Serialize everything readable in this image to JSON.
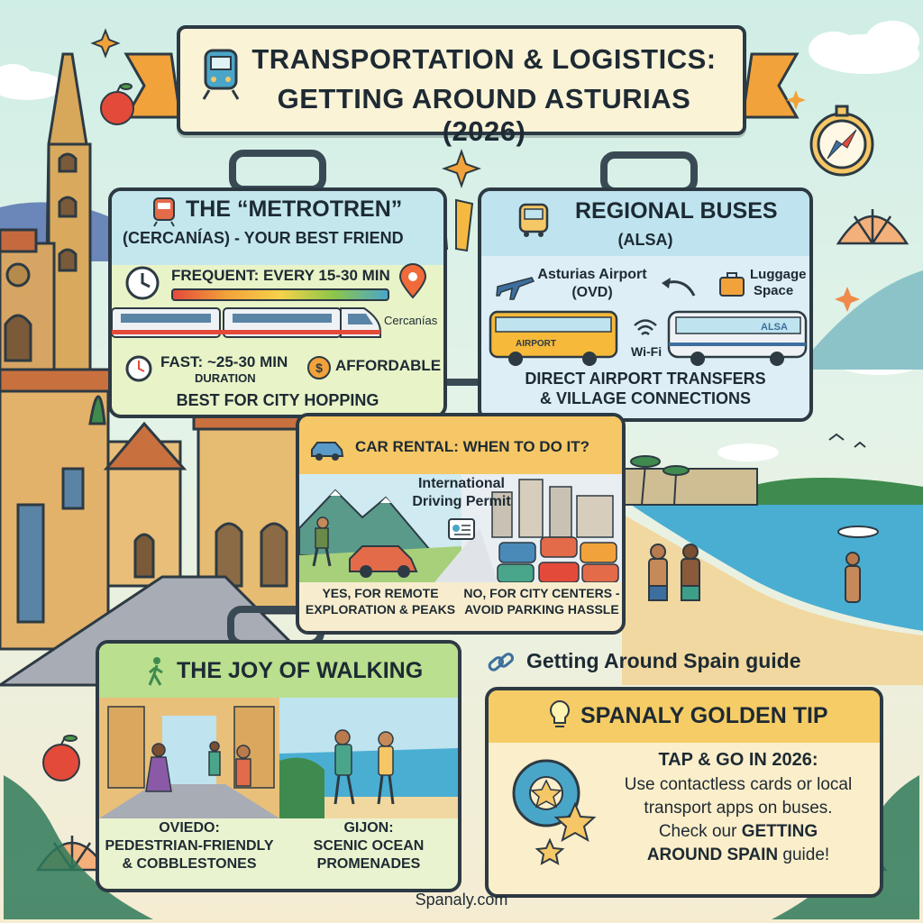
{
  "title": {
    "line1": "TRANSPORTATION & LOGISTICS:",
    "line2": "GETTING AROUND ASTURIAS (2026)"
  },
  "metrotren": {
    "title": "THE “METROTREN”",
    "subtitle": "(CERCANÍAS) - YOUR BEST FRIEND",
    "frequency": "FREQUENT: EVERY 15-30 MIN",
    "brand": "Cercanías",
    "fast": "FAST: ~25-30 MIN",
    "duration": "DURATION",
    "affordable": "AFFORDABLE",
    "best": "BEST FOR CITY HOPPING"
  },
  "buses": {
    "title": "REGIONAL BUSES",
    "subtitle": "(ALSA)",
    "airport_line1": "Asturias Airport",
    "airport_line2": "(OVD)",
    "luggage_line1": "Luggage",
    "luggage_line2": "Space",
    "bus_sign": "AIRPORT",
    "bus_brand": "ALSA",
    "wifi": "Wi-Fi",
    "caption_line1": "DIRECT AIRPORT TRANSFERS",
    "caption_line2": "& VILLAGE CONNECTIONS"
  },
  "car": {
    "title": "CAR RENTAL: WHEN TO DO IT?",
    "permit_line1": "International",
    "permit_line2": "Driving Permit",
    "yes_line1": "YES, FOR REMOTE",
    "yes_line2": "EXPLORATION & PEAKS",
    "no_line1": "NO, FOR CITY CENTERS -",
    "no_line2": "AVOID PARKING HASSLE"
  },
  "walking": {
    "title": "THE JOY OF WALKING",
    "oviedo_line1": "OVIEDO:",
    "oviedo_line2": "PEDESTRIAN-FRIENDLY",
    "oviedo_line3": "& COBBLESTONES",
    "gijon_line1": "GIJON:",
    "gijon_line2": "SCENIC OCEAN",
    "gijon_line3": "PROMENADES"
  },
  "guide_link": "Getting Around Spain guide",
  "tip": {
    "title": "SPANALY GOLDEN TIP",
    "heading": "TAP & GO IN 2026:",
    "line1": "Use contactless cards or local",
    "line2": "transport apps on buses.",
    "line3_a": "Check our ",
    "line3_b": "GETTING",
    "line4_a": "AROUND SPAIN",
    "line4_b": " guide!"
  },
  "footer": "Spanaly.com",
  "colors": {
    "ink": "#2d3a43",
    "metro_header": "#c4e7ee",
    "bus_header": "#bfe4ef",
    "car_header": "#f6c766",
    "walk_header": "#b9df8f",
    "tip_header": "#f6cc66",
    "banner": "#fbf3d6",
    "ribbon": "#f2a23a"
  }
}
